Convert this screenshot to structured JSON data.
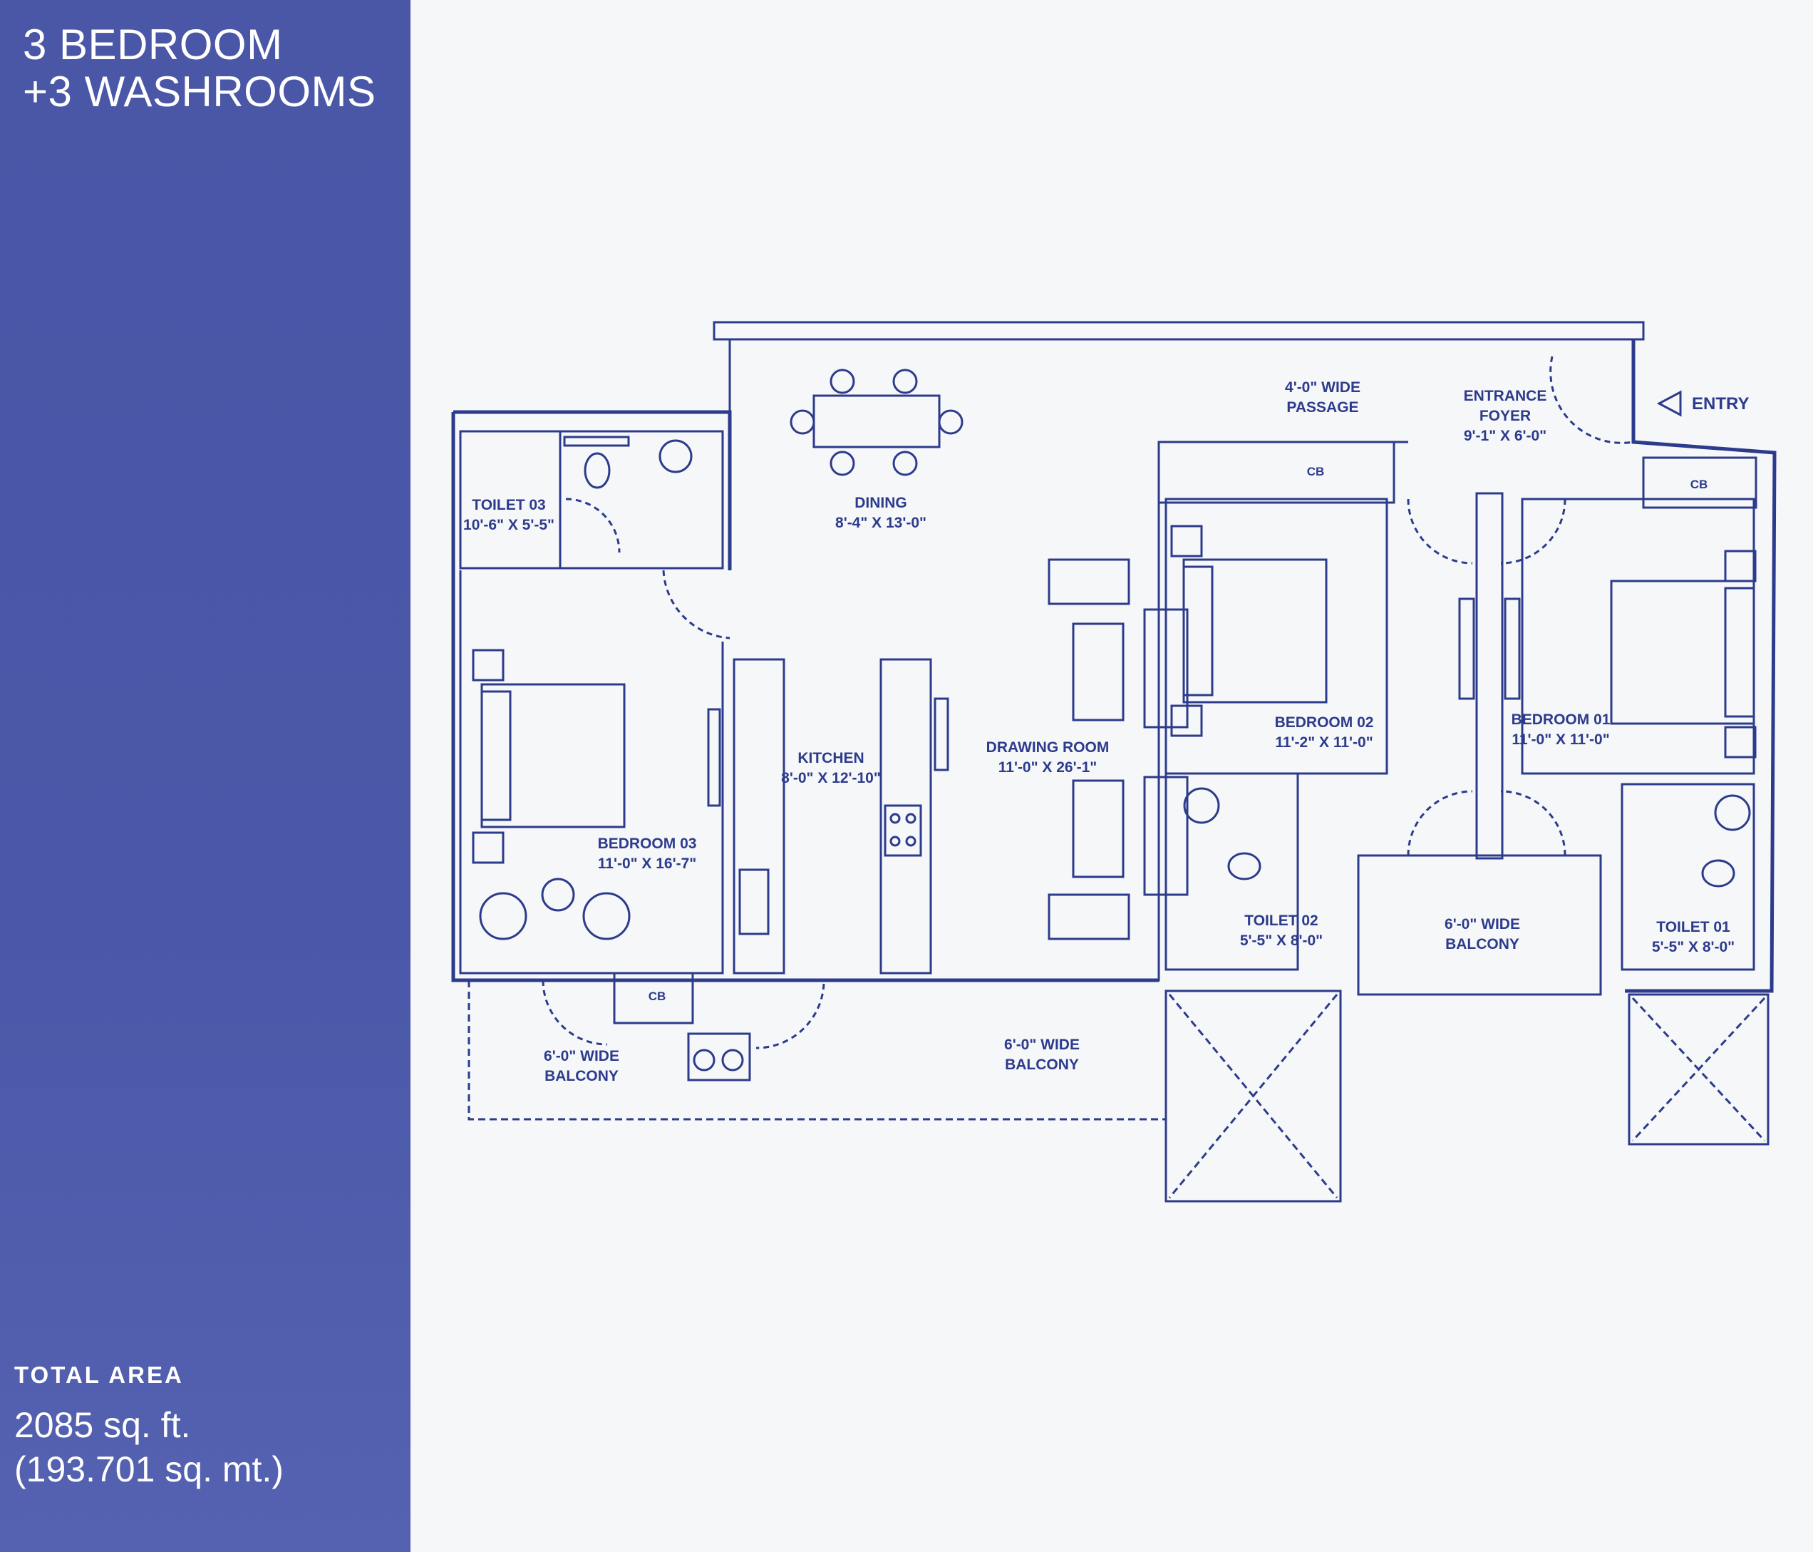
{
  "sidebar": {
    "title_line1": "3 BEDROOM",
    "title_line2": "+3 WASHROOMS",
    "total_area_label": "TOTAL AREA",
    "area_sqft": "2085 sq. ft.",
    "area_sqmt": "(193.701 sq. mt.)"
  },
  "rooms": {
    "toilet03": {
      "name": "TOILET 03",
      "dim": "10'-6\" X 5'-5\""
    },
    "dining": {
      "name": "DINING",
      "dim": "8'-4\" X 13'-0\""
    },
    "passage": {
      "name": "4'-0\" WIDE",
      "dim": "PASSAGE"
    },
    "foyer": {
      "name": "ENTRANCE",
      "name2": "FOYER",
      "dim": "9'-1\" X 6'-0\""
    },
    "bedroom03": {
      "name": "BEDROOM 03",
      "dim": "11'-0\" X 16'-7\""
    },
    "kitchen": {
      "name": "KITCHEN",
      "dim": "8'-0\" X 12'-10\""
    },
    "drawing": {
      "name": "DRAWING ROOM",
      "dim": "11'-0\" X 26'-1\""
    },
    "bedroom02": {
      "name": "BEDROOM 02",
      "dim": "11'-2\" X 11'-0\""
    },
    "bedroom01": {
      "name": "BEDROOM 01",
      "dim": "11'-0\" X 11'-0\""
    },
    "toilet02": {
      "name": "TOILET 02",
      "dim": "5'-5\" X 8'-0\""
    },
    "toilet01": {
      "name": "TOILET 01",
      "dim": "5'-5\" X 8'-0\""
    },
    "balcony_mid": {
      "name": "6'-0\" WIDE",
      "dim": "BALCONY"
    },
    "balcony_left": {
      "name": "6'-0\" WIDE",
      "dim": "BALCONY"
    },
    "balcony_bottom": {
      "name": "6'-0\" WIDE",
      "dim": "BALCONY"
    }
  },
  "cb_label": "CB",
  "entry_label": "ENTRY",
  "colors": {
    "sidebar": "#4b58a9",
    "line": "#2c3b8c",
    "paper": "#f6f7f9"
  }
}
